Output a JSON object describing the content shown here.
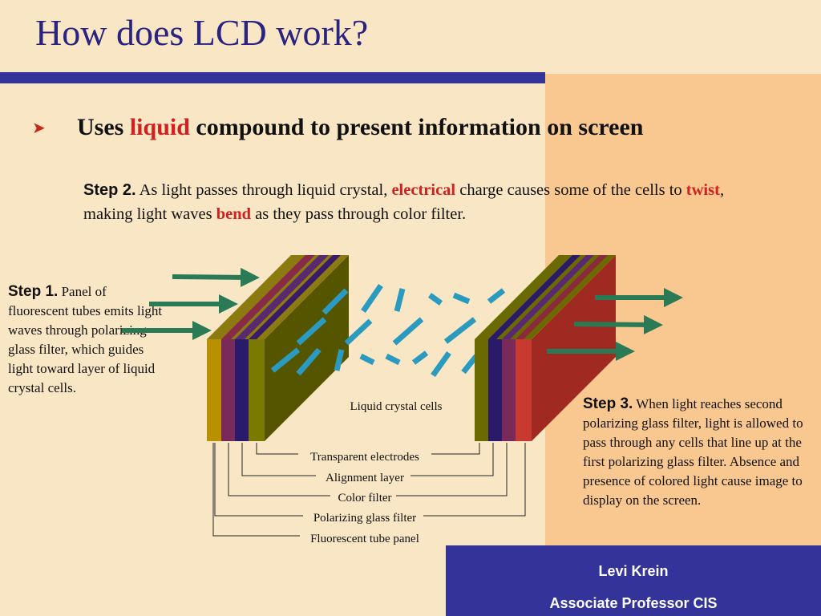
{
  "title": "How does LCD work?",
  "bullet": {
    "icon": "chevron-right-icon",
    "prefix": "Uses ",
    "highlight": "liquid",
    "suffix": " compound to present information on screen"
  },
  "step2": {
    "label": "Step 2.",
    "t1": " As light passes through liquid crystal, ",
    "h1": "electrical",
    "t2": " charge causes some of the cells to ",
    "h2": "twist",
    "t3": ", making light waves ",
    "h3": "bend",
    "t4": " as they pass through color filter."
  },
  "step1": {
    "label": "Step 1.",
    "text": " Panel of fluorescent tubes emits light waves through polarizing glass filter, which guides light toward layer of liquid crystal cells."
  },
  "step3": {
    "label": "Step 3.",
    "text": " When light reaches second polarizing glass filter, light is allowed to pass through any cells that line up at the first polarizing glass filter. Absence and presence of colored light cause image to display on the screen."
  },
  "diagram": {
    "center_label": "Liquid crystal cells",
    "layer_labels": [
      "Transparent electrodes",
      "Alignment layer",
      "Color filter",
      "Polarizing glass filter",
      "Fluorescent tube panel"
    ],
    "colors": {
      "arrow": "#2a7a55",
      "crystal": "#2a9ac0",
      "olive": "#7a7a00",
      "gold": "#b89000",
      "purple": "#7a2a5a",
      "navy": "#2a1a6a",
      "red": "#c83a30"
    }
  },
  "footer": {
    "name": "Levi Krein",
    "role": "Associate Professor CIS"
  }
}
